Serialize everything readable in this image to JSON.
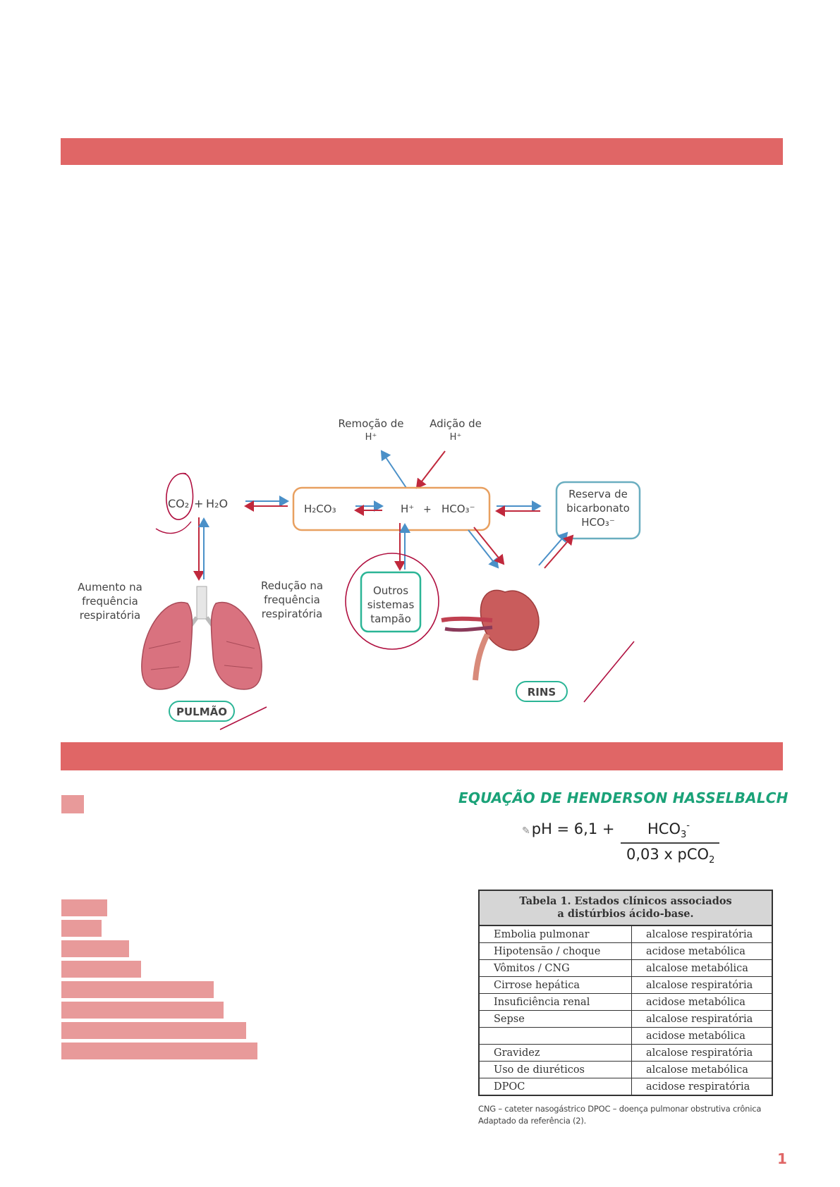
{
  "diagram": {
    "removal_label_line1": "Remoção de",
    "removal_label_line2": "H⁺",
    "addition_label_line1": "Adição de",
    "addition_label_line2": "H⁺",
    "co2": "CO₂",
    "plus": "+",
    "h2o": "H₂O",
    "h2co3": "H₂CO₃",
    "h_ion": "H⁺",
    "hco3": "HCO₃⁻",
    "reserve_line1": "Reserva de",
    "reserve_line2": "bicarbonato",
    "reserve_line3": "HCO₃⁻",
    "increase_line1": "Aumento na",
    "increase_line2": "frequência",
    "increase_line3": "respiratória",
    "reduction_line1": "Redução na",
    "reduction_line2": "frequência",
    "reduction_line3": "respiratória",
    "buffer_line1": "Outros",
    "buffer_line2": "sistemas",
    "buffer_line3": "tampão",
    "lung_badge": "PULMÃO",
    "kidney_badge": "RINS"
  },
  "equation": {
    "title": "EQUAÇÃO DE HENDERSON HASSELBALCH",
    "lhs": "pH = 6,1 +",
    "numerator_base": "HCO",
    "numerator_sub": "3",
    "numerator_sup": "-",
    "denominator_base": "0,03 x pCO",
    "denominator_sub": "2"
  },
  "table": {
    "title_line1": "Tabela 1. Estados clínicos associados",
    "title_line2": "a distúrbios ácido-base.",
    "rows": [
      {
        "condition": "Embolia pulmonar",
        "state": "alcalose respiratória"
      },
      {
        "condition": "Hipotensão / choque",
        "state": "acidose metabólica"
      },
      {
        "condition": "Vômitos / CNG",
        "state": "alcalose metabólica"
      },
      {
        "condition": "Cirrose hepática",
        "state": "alcalose respiratória"
      },
      {
        "condition": "Insuficiência renal",
        "state": "acidose metabólica"
      },
      {
        "condition": "Sepse",
        "state": "alcalose respiratória"
      },
      {
        "condition": "",
        "state": "acidose metabólica"
      },
      {
        "condition": "Gravidez",
        "state": "alcalose respiratória"
      },
      {
        "condition": "Uso de diuréticos",
        "state": "alcalose metabólica"
      },
      {
        "condition": "DPOC",
        "state": "acidose respiratória"
      }
    ],
    "footnote_line1": "CNG – cateter nasogástrico DPOC – doença pulmonar obstrutiva crônica",
    "footnote_line2": "Adaptado da referência (2)."
  },
  "page_number": "1",
  "colors": {
    "band": "#e06666",
    "swatch": "#e89a9a",
    "equation_title": "#1aa278",
    "box_orange": "#e8a060",
    "box_teal": "#2bb596",
    "box_blue": "#6aaec0",
    "arrow_red": "#c0283c",
    "arrow_blue": "#4a90c8",
    "annotation": "#b01040"
  }
}
